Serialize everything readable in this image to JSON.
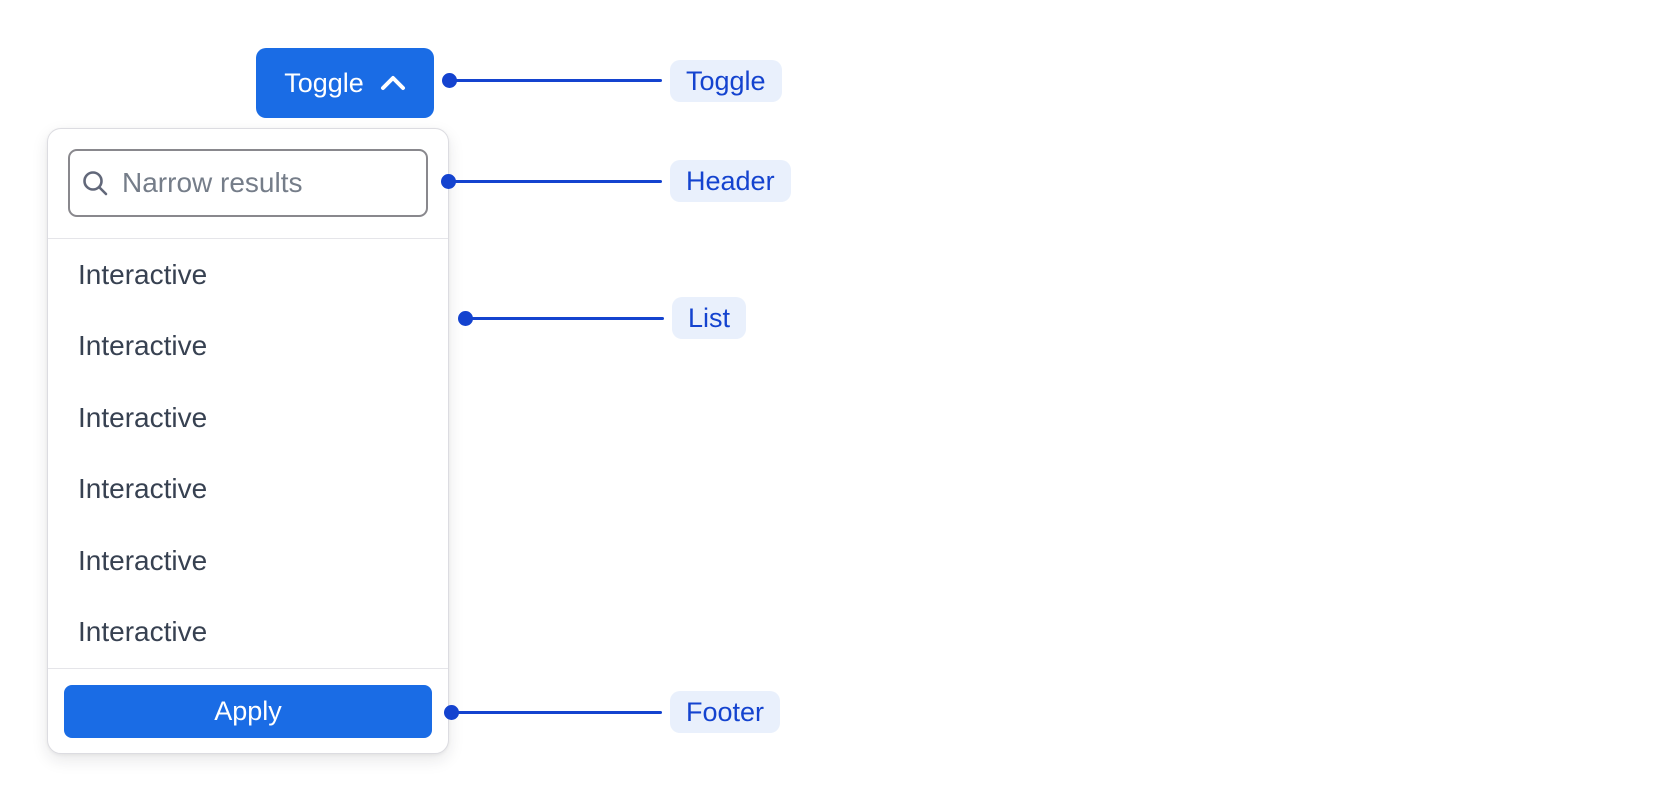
{
  "toggle_button": {
    "label": "Toggle",
    "icon": "chevron-up-icon"
  },
  "dropdown": {
    "search": {
      "placeholder": "Narrow results",
      "icon": "search-icon"
    },
    "items": [
      {
        "label": "Interactive"
      },
      {
        "label": "Interactive"
      },
      {
        "label": "Interactive"
      },
      {
        "label": "Interactive"
      },
      {
        "label": "Interactive"
      },
      {
        "label": "Interactive"
      }
    ],
    "footer": {
      "apply_label": "Apply"
    }
  },
  "annotations": [
    {
      "id": "toggle",
      "label": "Toggle"
    },
    {
      "id": "header",
      "label": "Header"
    },
    {
      "id": "list",
      "label": "List"
    },
    {
      "id": "footer",
      "label": "Footer"
    }
  ],
  "colors": {
    "primary_blue": "#1a6ce5",
    "annotation_blue": "#1443cf",
    "annotation_pill_bg": "#e9f0fc"
  }
}
